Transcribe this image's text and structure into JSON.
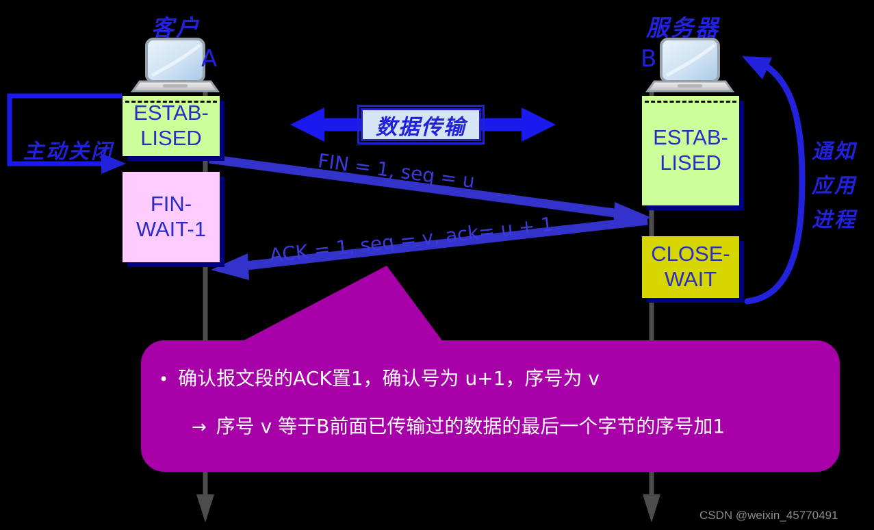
{
  "diagram": {
    "title_client": "客户",
    "title_server": "服务器",
    "endpoint_a": "A",
    "endpoint_b": "B",
    "active_close_label": "主动关闭",
    "notify_app_label": [
      "通知",
      "应用",
      "进程"
    ],
    "data_transmission_label": "数据传输"
  },
  "states": {
    "client_established": {
      "line1": "ESTAB-",
      "line2": "LISED",
      "fill": "#ccff99"
    },
    "client_finwait1": {
      "line1": "FIN-",
      "line2": "WAIT-1",
      "fill": "#ffccff"
    },
    "server_established": {
      "line1": "ESTAB-",
      "line2": "LISED",
      "fill": "#ccff99"
    },
    "server_closewait": {
      "line1": "CLOSE-",
      "line2": "WAIT",
      "fill": "#d6d600"
    }
  },
  "messages": [
    {
      "id": "fin",
      "text": "FIN = 1, seq = u",
      "direction": "a-to-b"
    },
    {
      "id": "ack",
      "text": "ACK = 1, seq = v, ack= u + 1",
      "direction": "b-to-a"
    }
  ],
  "callout": {
    "bullet_symbol": "•",
    "line1": "确认报文段的ACK置1，确认号为 u+1，序号为 v",
    "arrow_symbol": "→",
    "line2": "序号 v 等于B前面已传输过的数据的最后一个字节的序号加1",
    "fill": "#a800a8"
  },
  "colors": {
    "background": "#000000",
    "accent_blue": "#2222cc",
    "arrow_blue": "#3333cc",
    "shadow_navy": "#000080",
    "lifeline_gray": "#4d4d4d",
    "text_blue": "#2b2bc6",
    "callout_purple": "#a800a8"
  },
  "watermark": "CSDN @weixin_45770491"
}
